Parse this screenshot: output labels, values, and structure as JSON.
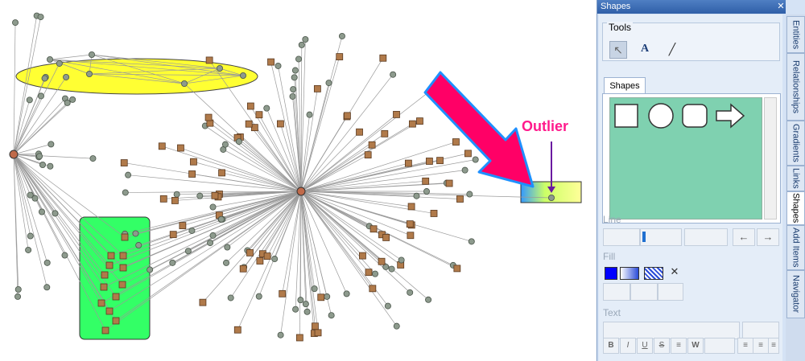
{
  "annotation": {
    "outlier_label": "Outlier"
  },
  "panel": {
    "title": "Shapes",
    "close_glyph": "✕",
    "tools_label": "Tools",
    "tools": [
      {
        "name": "pointer-tool-icon",
        "glyph": "↖"
      },
      {
        "name": "text-tool-icon",
        "glyph": "A"
      },
      {
        "name": "line-tool-icon",
        "glyph": "╱"
      }
    ],
    "shapes_tab_label": "Shapes",
    "shape_icons": [
      "square-shape-icon",
      "circle-shape-icon",
      "rounded-square-shape-icon",
      "arrow-shape-icon"
    ],
    "line_label": "Line",
    "fill_label": "Fill",
    "text_label": "Text",
    "format_buttons": [
      "B",
      "I",
      "U",
      "S",
      "≡",
      "W"
    ],
    "align_buttons": [
      "≡",
      "≡",
      "≡"
    ],
    "fill_clear_glyph": "✕",
    "arrow_left_glyph": "←",
    "arrow_right_glyph": "→"
  },
  "side_tabs": [
    "Entities",
    "Relationships",
    "Gradients",
    "Links",
    "Shapes",
    "Add Items",
    "Navigator"
  ],
  "colors": {
    "highlight_yellow": "#ffff33",
    "highlight_green": "#33ff66",
    "arrow_pink": "#ff0066",
    "arrow_outline": "#1e90ff",
    "outlier_text": "#ff1a8c",
    "shapes_bg": "#7fd1b0"
  }
}
